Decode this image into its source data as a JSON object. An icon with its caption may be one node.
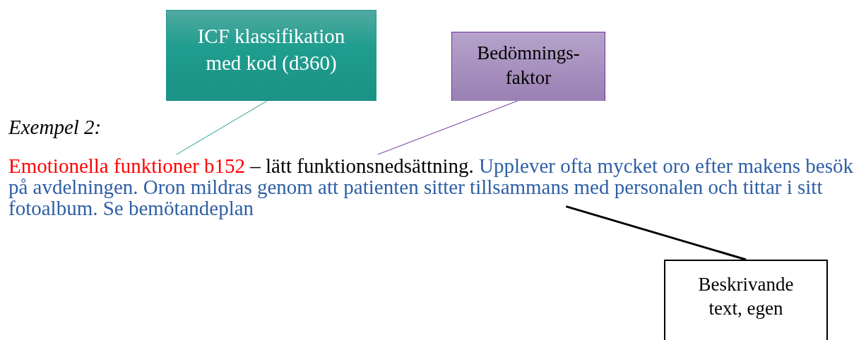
{
  "diagram": {
    "nodes": [
      {
        "text": [
          "ICF klassifikation med kod (d360)"
        ]
      },
      {
        "text": [
          "Bedömnings- faktor"
        ]
      },
      {
        "text": [
          "Emotionella funktioner b152"
        ]
      },
      {
        "text": [
          "– lätt funktionsnedsättning."
        ]
      },
      {
        "text": [
          "Upplever ofta mycket oro efter makens besök på avdelningen. Oron mildras genom att patienten sitter tillsammans med personalen och tittar i sitt fotoalbum. Se bemötandeplan"
        ]
      },
      {
        "text": [
          "Beskrivande text, egen"
        ]
      }
    ],
    "edges": [
      {
        "from": 0,
        "to": 2,
        "arrow": "none",
        "color": "#1f9a8c"
      },
      {
        "from": 1,
        "to": 3,
        "arrow": "none",
        "color": "#7030a0"
      },
      {
        "from": 5,
        "to": 4,
        "arrow": "none",
        "style": "thick",
        "color": "#000000"
      }
    ],
    "labels": [
      "Exempel 2:"
    ]
  }
}
